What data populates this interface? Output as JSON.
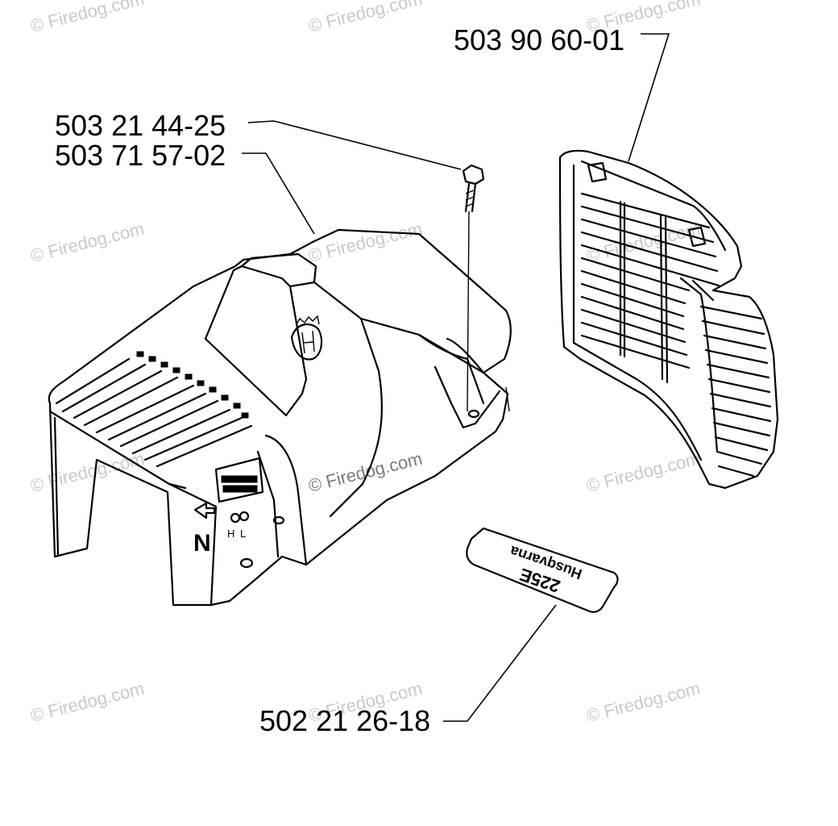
{
  "part_numbers": {
    "top_right": "503 90 60-01",
    "screw": "503 21 44-25",
    "cover": "503 71 57-02",
    "decal": "502 21 26-18"
  },
  "decal_text": {
    "model": "225E",
    "brand": "Husqvarna"
  },
  "cover_markings": {
    "choke_letter": "N",
    "adjust_h": "H",
    "adjust_l": "L"
  },
  "watermarks": [
    "© Firedog.com",
    "© Firedog.com",
    "© Firedog.com",
    "© Firedog.com",
    "© Firedog.com",
    "© Firedog.com",
    "© Firedog.com",
    "© Firedog.com",
    "© Firedog.com",
    "© Firedog.com",
    "© Firedog.com",
    "© Firedog.com"
  ]
}
